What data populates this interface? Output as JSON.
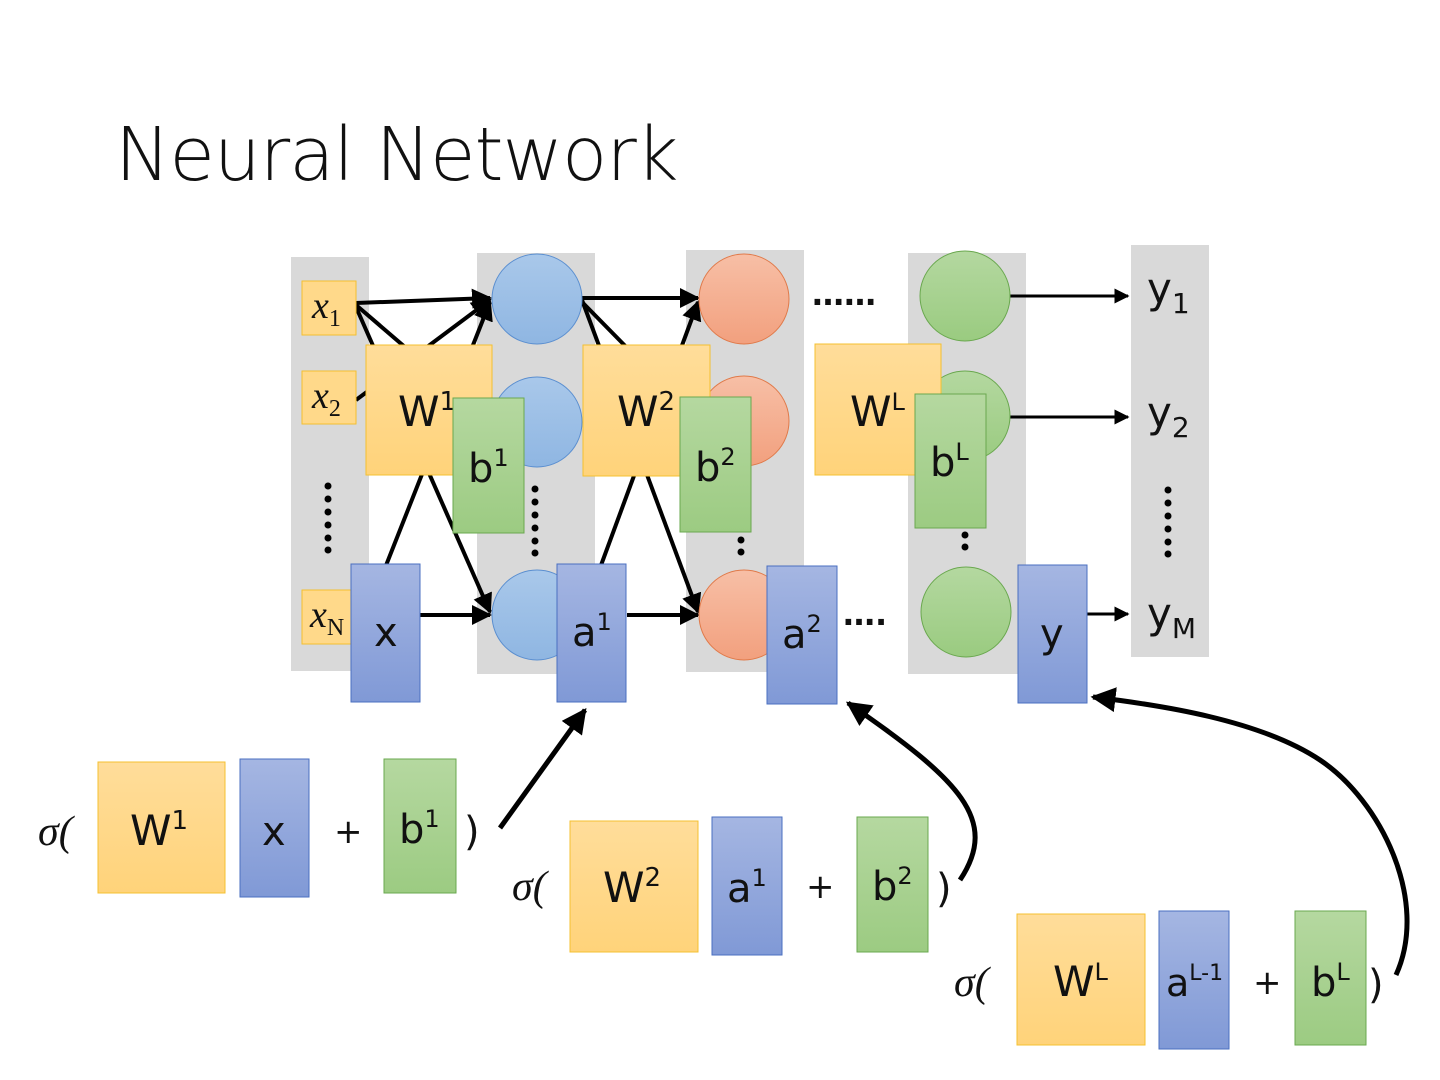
{
  "title": "Neural Network",
  "colors": {
    "layer_bg": "#d9d9d9",
    "input_box": "#ffd98a",
    "weight_box": "#ffd98a",
    "weight_border": "#f4c030",
    "vector_box": "#8fa7db",
    "vector_border": "#4a6fc0",
    "bias_box": "#a8d08d",
    "bias_border": "#6aa84f",
    "layer1_node": "#9fc3e7",
    "layer2_node": "#f4b196",
    "layerL_node": "#a9d18e"
  },
  "inputs": {
    "labels": [
      "x",
      "x",
      "x"
    ],
    "subscripts": [
      "1",
      "2",
      "N"
    ],
    "ellipsis": "⋮"
  },
  "outputs": {
    "labels": [
      "y",
      "y",
      "y"
    ],
    "subscripts": [
      "1",
      "2",
      "M"
    ]
  },
  "network": {
    "weights": [
      {
        "base": "W",
        "sup": "1"
      },
      {
        "base": "W",
        "sup": "2"
      },
      {
        "base": "W",
        "sup": "L"
      }
    ],
    "biases": [
      {
        "base": "b",
        "sup": "1"
      },
      {
        "base": "b",
        "sup": "2"
      },
      {
        "base": "b",
        "sup": "L"
      }
    ],
    "vectors": [
      {
        "base": "x",
        "sup": ""
      },
      {
        "base": "a",
        "sup": "1"
      },
      {
        "base": "a",
        "sup": "2"
      },
      {
        "base": "y",
        "sup": ""
      }
    ],
    "top_dots": "……",
    "bottom_dots": "…."
  },
  "equations": [
    {
      "sigma": "σ(",
      "w": {
        "base": "W",
        "sup": "1"
      },
      "v": {
        "base": "x",
        "sup": ""
      },
      "plus": "+",
      "b": {
        "base": "b",
        "sup": "1"
      },
      "close": ")"
    },
    {
      "sigma": "σ(",
      "w": {
        "base": "W",
        "sup": "2"
      },
      "v": {
        "base": "a",
        "sup": "1"
      },
      "plus": "+",
      "b": {
        "base": "b",
        "sup": "2"
      },
      "close": ")"
    },
    {
      "sigma": "σ(",
      "w": {
        "base": "W",
        "sup": "L"
      },
      "v": {
        "base": "a",
        "sup": "L-1"
      },
      "plus": "+",
      "b": {
        "base": "b",
        "sup": "L"
      },
      "close": ")"
    }
  ]
}
